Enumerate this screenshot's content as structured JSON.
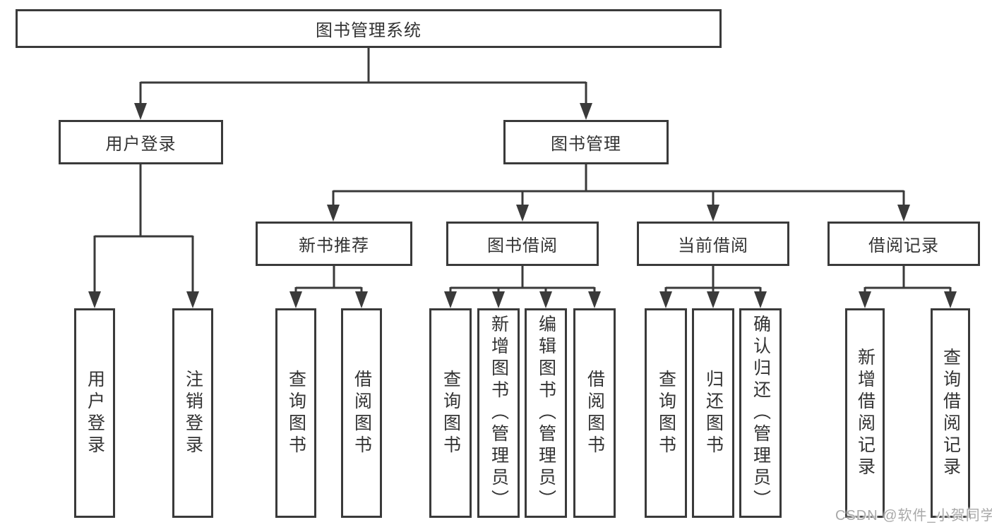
{
  "diagram": {
    "root": {
      "label": "图书管理系统"
    },
    "level2": [
      {
        "label": "用户登录"
      },
      {
        "label": "图书管理"
      }
    ],
    "level3": [
      {
        "label": "新书推荐"
      },
      {
        "label": "图书借阅"
      },
      {
        "label": "当前借阅"
      },
      {
        "label": "借阅记录"
      }
    ],
    "leaves": {
      "user_login": [
        "用户登录",
        "注销登录"
      ],
      "new_book": [
        "查询图书",
        "借阅图书"
      ],
      "book_borrow": [
        "查询图书",
        "新增图书（管理员）",
        "编辑图书（管理员）",
        "借阅图书"
      ],
      "current_borrow": [
        "查询图书",
        "归还图书",
        "确认归还（管理员）"
      ],
      "borrow_record": [
        "新增借阅记录",
        "查询借阅记录"
      ]
    },
    "watermark": "CSDN @软件_小贺同学",
    "colors": {
      "line": "#3a3a3a",
      "text": "#333333",
      "background": "#ffffff",
      "watermark": "#a9a9a9"
    }
  }
}
